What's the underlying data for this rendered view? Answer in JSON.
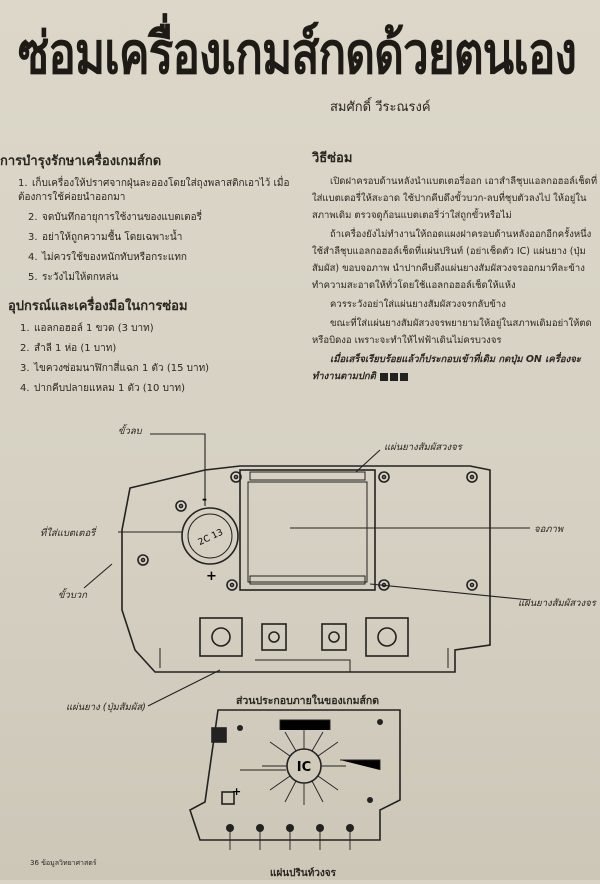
{
  "title": "ซ่อมเครื่องเกมส์กดด้วยตนเอง",
  "author": "สมศักดิ์ วีระณรงค์",
  "care": {
    "heading": "การบำรุงรักษาเครื่องเกมส์กด",
    "items": [
      {
        "num": "1.",
        "text": "เก็บเครื่องให้ปราศจากฝุ่นละอองโดยใส่ถุงพลาสติกเอาไว้ เมื่อต้องการใช้ค่อยนำออกมา"
      },
      {
        "num": "2.",
        "text": "จดบันทึกอายุการใช้งานของแบตเตอรี่"
      },
      {
        "num": "3.",
        "text": "อย่าให้ถูกความชื้น โดยเฉพาะน้ำ"
      },
      {
        "num": "4.",
        "text": "ไม่ควรใช้ของหนักทับหรือกระแทก"
      },
      {
        "num": "5.",
        "text": "ระวังไม่ให้ตกหล่น"
      }
    ]
  },
  "tools": {
    "heading": "อุปกรณ์และเครื่องมือในการซ่อม",
    "items": [
      {
        "num": "1.",
        "text": "แอลกอฮอล์ 1 ขวด (3 บาท)"
      },
      {
        "num": "2.",
        "text": "สำลี 1 ห่อ (1 บาท)"
      },
      {
        "num": "3.",
        "text": "ไขควงซ่อมนาฬิกาสี่แฉก 1 ตัว (15 บาท)"
      },
      {
        "num": "4.",
        "text": "ปากคีบปลายแหลม 1 ตัว (10 บาท)"
      }
    ]
  },
  "method": {
    "heading": "วิธีซ่อม",
    "paragraphs": [
      "เปิดฝาครอบด้านหลังนำแบตเตอรี่ออก เอาสำลีชุบแอลกอฮอล์เช็ดที่ใส่แบตเตอรี่ให้สะอาด ใช้ปากคีบดึงขั้วบวก-ลบที่ชุบตัวลงไป ให้อยู่ในสภาพเดิม ตรวจดูก้อนแบตเตอรี่ว่าใส่ถูกขั้วหรือไม่",
      "ถ้าเครื่องยังไม่ทำงานให้ถอดแผงฝาครอบด้านหลังออกอีกครั้งหนึ่ง ใช้สำลีชุบแอลกอฮอล์เช็ดที่แผ่นปรินท์ (อย่าเช็ดตัว IC) แผ่นยาง (ปุ่มสัมผัส) ขอบจอภาพ นำปากคีบดึงแผ่นยางสัมผัสวงจรออกมาทีละข้าง ทำความสะอาดให้ทั่วโดยใช้แอลกอฮอล์เช็ดให้แห้ง",
      "ควรระวังอย่าใส่แผ่นยางสัมผัสวงจรกลับข้าง",
      "ขณะที่ใส่แผ่นยางสัมผัสวงจรพยายามให้อยู่ในสภาพเดิมอย่าให้ตดหรือบิดงอ เพราะจะทำให้ไฟฟ้าเดินไม่ครบวงจร"
    ],
    "closing": "เมื่อเสร็จเรียบร้อยแล้วก็ประกอบเข้าที่เดิม กดปุ่ม ON เครื่องจะทำงานตามปกติ"
  },
  "labels": {
    "negative": "ขั้วลบ",
    "battery_holder": "ที่ใส่แบตเตอรี่",
    "positive": "ขั้วบวก",
    "rubber_strip_top": "แผ่นยางสัมผัสวงจร",
    "screen": "จอภาพ",
    "rubber_strip_right": "แผ่นยางสัมผัสวงจร",
    "rubber_buttons": "แผ่นยาง (ปุ่มสัมผัส)",
    "inside_caption": "ส่วนประกอบภายในของเกมส์กด",
    "ic": "IC",
    "cell_text": "2C 13",
    "minus_sign": "-",
    "plus_sign": "+",
    "bottom_caption": "แผ่นปรินท์วงจร"
  },
  "footer": "36 ข้อมูลวิทยาศาสตร์"
}
